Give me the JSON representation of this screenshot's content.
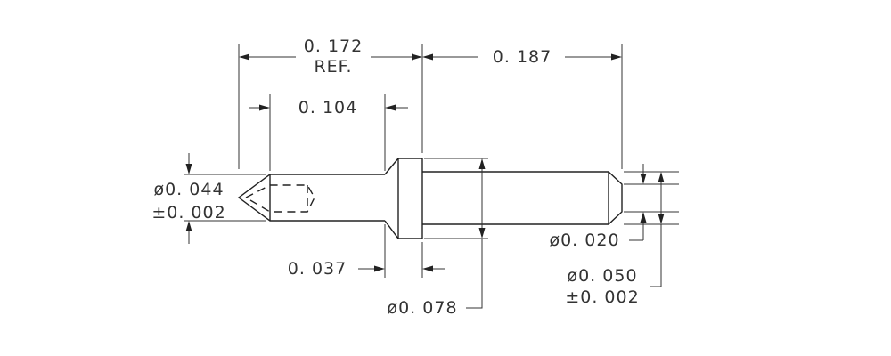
{
  "drawing": {
    "part": "pin",
    "dimensions": {
      "len_ref_value": "0. 172",
      "len_ref_note": "REF.",
      "len_tail": "0. 187",
      "len_socket": "0. 104",
      "len_collar": "0. 037",
      "dia_front_value": "ø0. 044",
      "dia_front_tol": "±0. 002",
      "dia_collar": "ø0. 078",
      "dia_tip": "ø0. 020",
      "dia_tail_value": "ø0. 050",
      "dia_tail_tol": "±0. 002"
    }
  }
}
